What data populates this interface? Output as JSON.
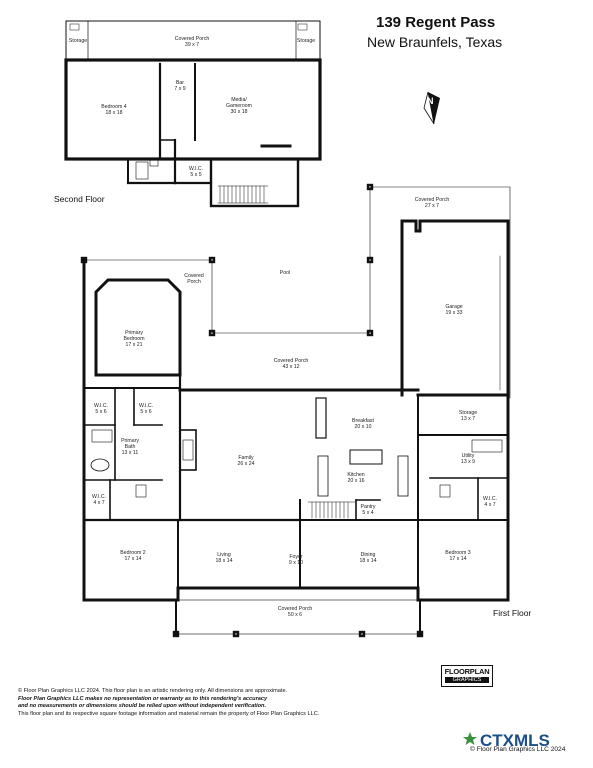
{
  "header": {
    "title": "139 Regent Pass",
    "subtitle": "New Braunfels, Texas"
  },
  "floors": {
    "second": "Second Floor",
    "first": "First Floor"
  },
  "rooms_second": {
    "storage_left": "Storage",
    "storage_right": "Storage",
    "covered_porch_top": "Covered Porch\n39 x 7",
    "bar": "Bar\n7 x 9",
    "bedroom4": "Bedroom 4\n18 x 18",
    "media": "Media/\nGameroom\n30 x 18",
    "wic": "W.I.C.\n5 x 5"
  },
  "rooms_first": {
    "covered_porch_garage": "Covered Porch\n27 x 7",
    "pool": "Pool",
    "covered_porch_left": "Covered\nPorch",
    "garage": "Garage\n19 x 33",
    "primary_bedroom": "Primary\nBedroom\n17 x 21",
    "covered_porch_mid": "Covered Porch\n43 x 12",
    "wic1": "W.I.C.\n5 x 6",
    "wic2": "W.I.C.\n5 x 6",
    "storage": "Storage\n13 x 7",
    "breakfast": "Breakfast\n20 x 10",
    "primary_bath": "Primary\nBath\n13 x 11",
    "family": "Family\n26 x 24",
    "utility": "Utility\n13 x 9",
    "kitchen": "Kitchen\n20 x 16",
    "wic3": "W.I.C.\n4 x 7",
    "wic4": "W.I.C.\n4 x 7",
    "pantry": "Pantry\n5 x 4",
    "bedroom2": "Bedroom 2\n17 x 14",
    "living": "Living\n18 x 14",
    "foyer": "Foyer\n9 x 10",
    "dining": "Dining\n18 x 14",
    "bedroom3": "Bedroom 3\n17 x 14",
    "covered_porch_front": "Covered Porch\n50 x 6"
  },
  "disclaimer": {
    "line1": "© Floor Plan Graphics LLC 2024. This floor plan is an artistic rendering only. All dimensions are approximate.",
    "line2": "Floor Plan Graphics LLC makes no representation or warranty as to this rendering's accuracy",
    "line3": "and no measurements or dimensions should be relied upon without independent verification.",
    "line4": "This floor plan and its respective square footage information and material remain the property of Floor Plan Graphics LLC."
  },
  "logo": {
    "line1": "FLOORPLAN",
    "line2": "GRAPHICS"
  },
  "brand": {
    "mls": "CTXMLS",
    "copyright": "© Floor Plan Graphics LLC 2024"
  },
  "compass": "N"
}
